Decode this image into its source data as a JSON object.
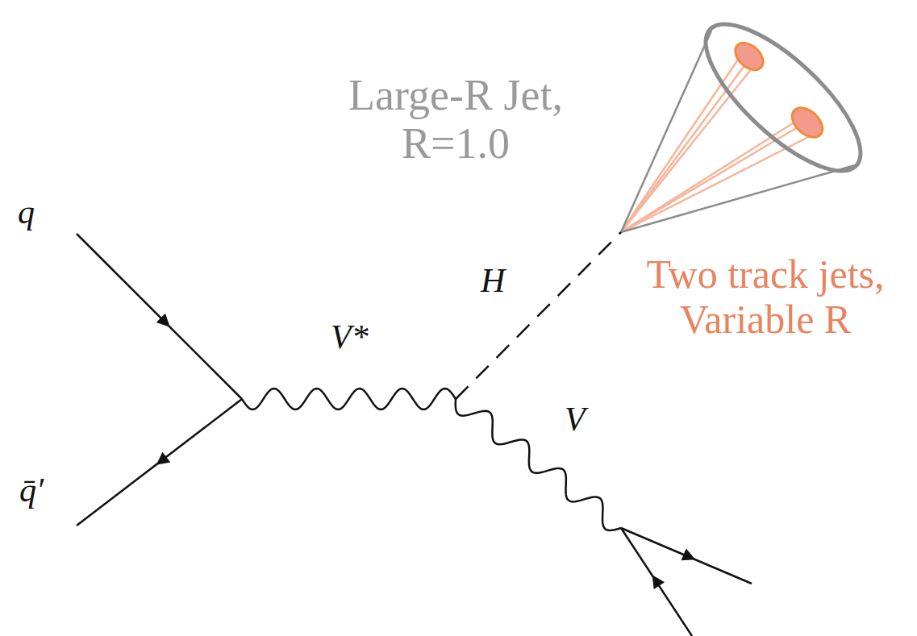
{
  "diagram": {
    "labels": [
      "Large-R Jet, R=1.0",
      "q",
      "H",
      "Two track jets, Variable R",
      "V*",
      "V",
      "q̄′"
    ]
  }
}
